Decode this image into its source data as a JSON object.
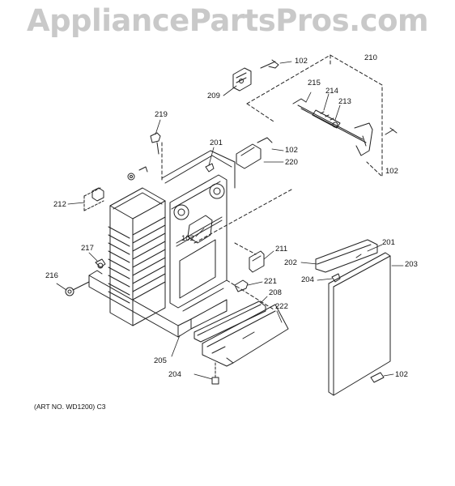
{
  "watermark": "AppliancePartsPros.com",
  "art_number": "(ART NO. WD1200) C3",
  "callouts": {
    "c102a": "102",
    "c210": "210",
    "c209": "209",
    "c215": "215",
    "c214": "214",
    "c213": "213",
    "c219": "219",
    "c201a": "201",
    "c102b": "102",
    "c220": "220",
    "c102c": "102",
    "c212": "212",
    "c102d": "102",
    "c217": "217",
    "c211": "211",
    "c201b": "201",
    "c202": "202",
    "c203": "203",
    "c216": "216",
    "c204a": "204",
    "c221": "221",
    "c208": "208",
    "c222": "222",
    "c205": "205",
    "c204b": "204",
    "c102e": "102"
  }
}
